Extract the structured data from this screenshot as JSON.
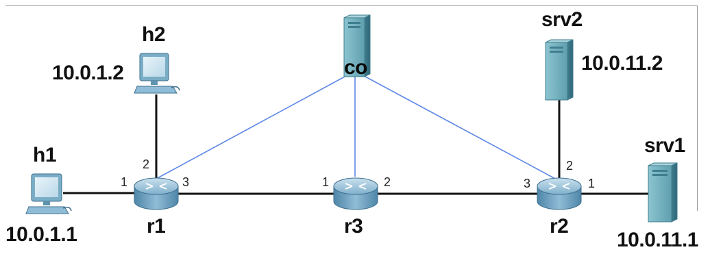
{
  "nodes": {
    "h1": {
      "name": "h1",
      "ip": "10.0.1.1",
      "kind": "pc"
    },
    "h2": {
      "name": "h2",
      "ip": "10.0.1.2",
      "kind": "pc"
    },
    "r1": {
      "name": "r1",
      "kind": "router",
      "ports": {
        "left": "1",
        "up": "2",
        "right": "3"
      }
    },
    "r3": {
      "name": "r3",
      "kind": "router",
      "ports": {
        "left": "1",
        "right": "2"
      }
    },
    "r2": {
      "name": "r2",
      "kind": "router",
      "ports": {
        "left": "3",
        "up": "2",
        "right": "1"
      }
    },
    "co": {
      "name": "co",
      "kind": "server"
    },
    "srv1": {
      "name": "srv1",
      "ip": "10.0.11.1",
      "kind": "server"
    },
    "srv2": {
      "name": "srv2",
      "ip": "10.0.11.2",
      "kind": "server"
    }
  },
  "links": [
    {
      "from": "h1",
      "to": "r1",
      "style": "ethernet"
    },
    {
      "from": "h2",
      "to": "r1",
      "style": "ethernet"
    },
    {
      "from": "r1",
      "to": "r3",
      "style": "ethernet"
    },
    {
      "from": "r3",
      "to": "r2",
      "style": "ethernet"
    },
    {
      "from": "r2",
      "to": "srv1",
      "style": "ethernet"
    },
    {
      "from": "r2",
      "to": "srv2",
      "style": "ethernet"
    },
    {
      "from": "co",
      "to": "r1",
      "style": "control"
    },
    {
      "from": "co",
      "to": "r3",
      "style": "control"
    },
    {
      "from": "co",
      "to": "r2",
      "style": "control"
    }
  ],
  "colors": {
    "ethernet": "#111111",
    "control": "#5b86e6",
    "router_body": "#6fa3c2",
    "server_body": "#5f9fae",
    "pc_body": "#7aaec6"
  }
}
